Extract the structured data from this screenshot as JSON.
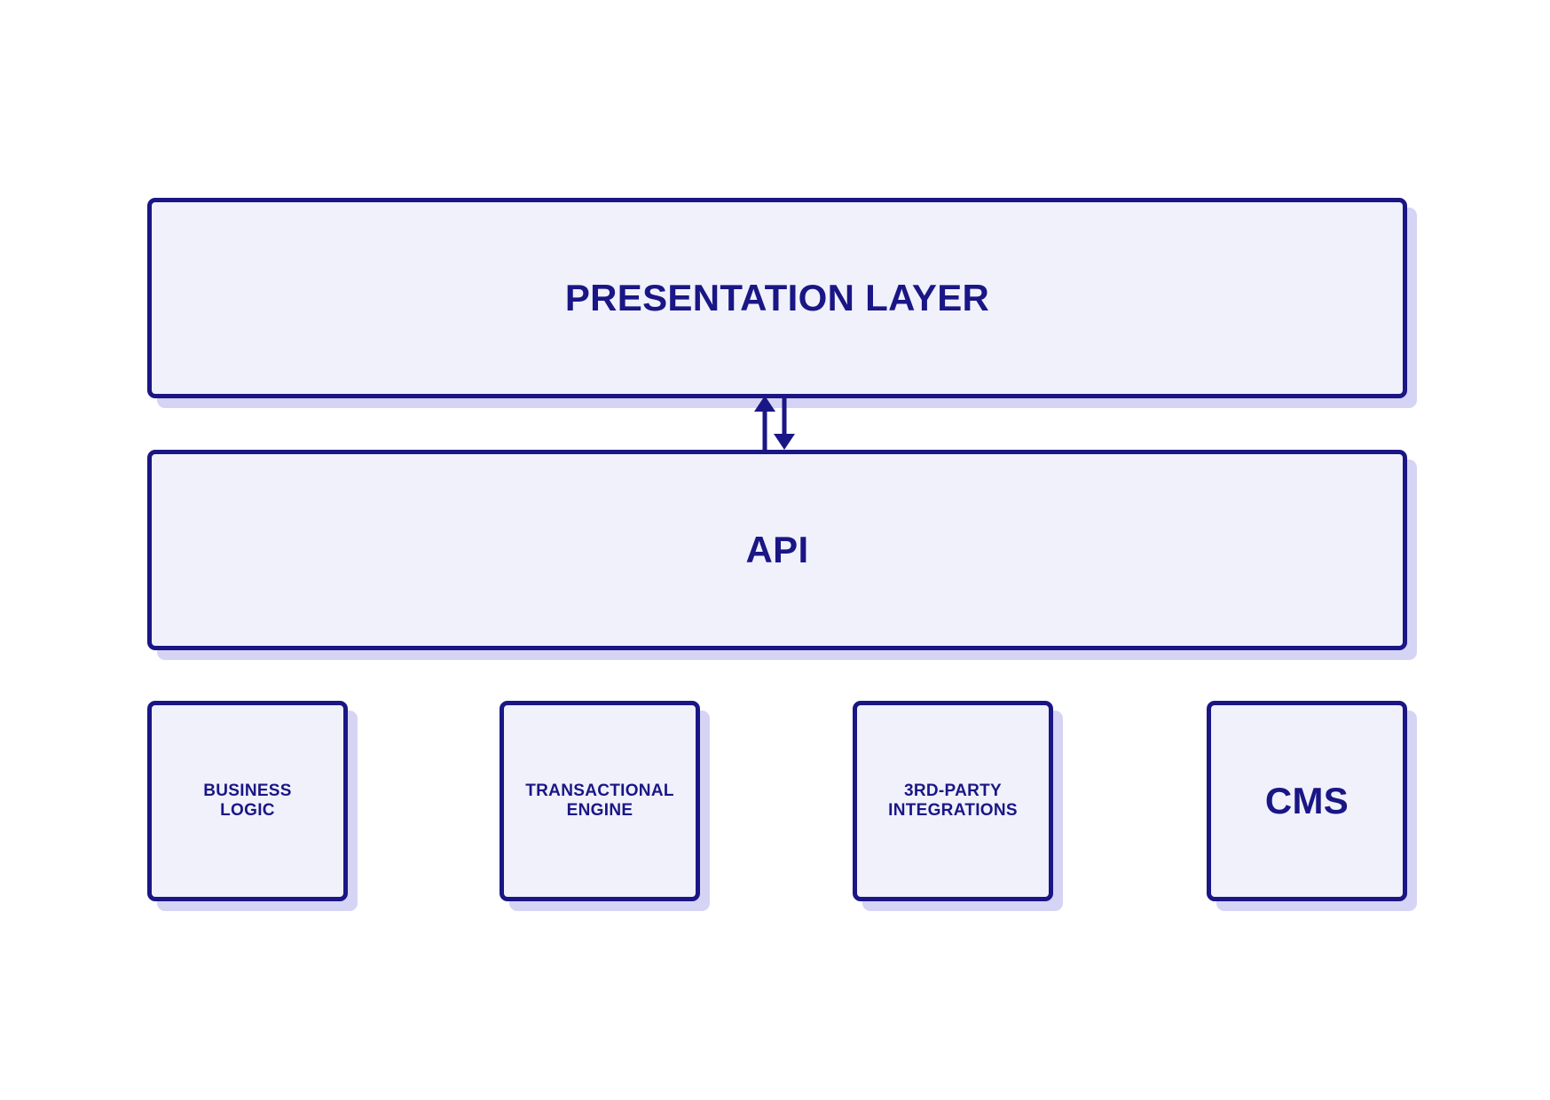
{
  "diagram": {
    "layers": [
      {
        "label": "PRESENTATION LAYER"
      },
      {
        "label": "API"
      }
    ],
    "modules": [
      {
        "label": "BUSINESS\nLOGIC"
      },
      {
        "label": "TRANSACTIONAL\nENGINE"
      },
      {
        "label": "3RD-PARTY\nINTEGRATIONS"
      },
      {
        "label": "CMS"
      }
    ],
    "connections": [
      {
        "from": "API",
        "to": "PRESENTATION LAYER",
        "direction": "up"
      },
      {
        "from": "PRESENTATION LAYER",
        "to": "API",
        "direction": "down"
      }
    ],
    "colors": {
      "stroke": "#1a1685",
      "fill": "#f0f1fb",
      "shadow": "#d5d4f5",
      "text": "#1a1685"
    }
  }
}
